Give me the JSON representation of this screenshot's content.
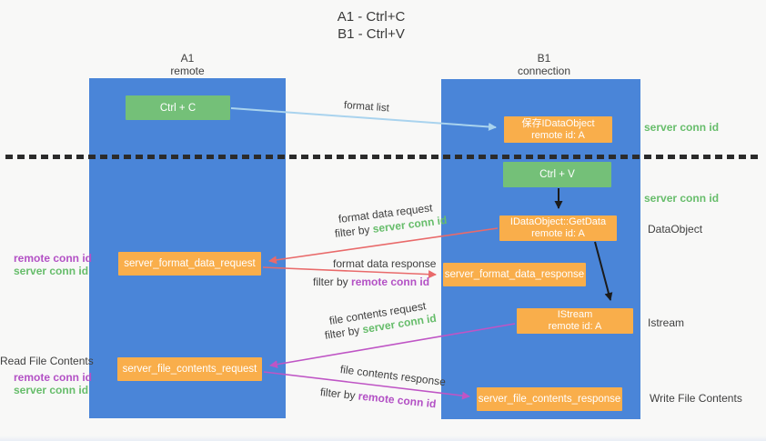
{
  "title": {
    "line1": "A1 - Ctrl+C",
    "line2": "B1 - Ctrl+V"
  },
  "lanes": {
    "left": {
      "name": "A1",
      "role": "remote"
    },
    "right": {
      "name": "B1",
      "role": "connection"
    }
  },
  "boxes": {
    "ctrl_c": {
      "label": "Ctrl + C"
    },
    "save_dataobject": {
      "line1": "保存IDataObject",
      "line2": "remote id: A"
    },
    "ctrl_v": {
      "label": "Ctrl + V"
    },
    "getdata": {
      "line1": "IDataObject::GetData",
      "line2": "remote id: A"
    },
    "format_request": {
      "label": "server_format_data_request"
    },
    "format_response": {
      "label": "server_format_data_response"
    },
    "istream": {
      "line1": "IStream",
      "line2": "remote id: A"
    },
    "file_request": {
      "label": "server_file_contents_request"
    },
    "file_response": {
      "label": "server_file_contents_response"
    }
  },
  "flow_labels": {
    "format_list": "format list",
    "format_data_request": "format data request",
    "format_data_response": "format data response",
    "file_contents_request": "file contents request",
    "file_contents_response": "file contents response",
    "filter_by": "filter by",
    "server_conn_id": "server conn id",
    "remote_conn_id": "remote conn id"
  },
  "side_labels": {
    "read_file_contents": "Read File Contents",
    "write_file_contents": "Write File Contents",
    "dataobject": "DataObject",
    "istream": "Istream",
    "server_conn_id": "server conn id",
    "remote_conn_id": "remote conn id"
  },
  "colors": {
    "background": "#f8f8f7",
    "lane_blue": "#4a85d8",
    "box_orange": "#f9ae4b",
    "box_green": "#74c078",
    "arrow_light_blue": "#a9d3ee",
    "arrow_red": "#e96a6a",
    "arrow_magenta": "#bf55c5",
    "arrow_black": "#1b1b1b",
    "divider_black": "#2b2b2b",
    "text_green": "#67bd6b",
    "text_purple": "#b351c5",
    "text_gray": "#3f3f3f"
  }
}
